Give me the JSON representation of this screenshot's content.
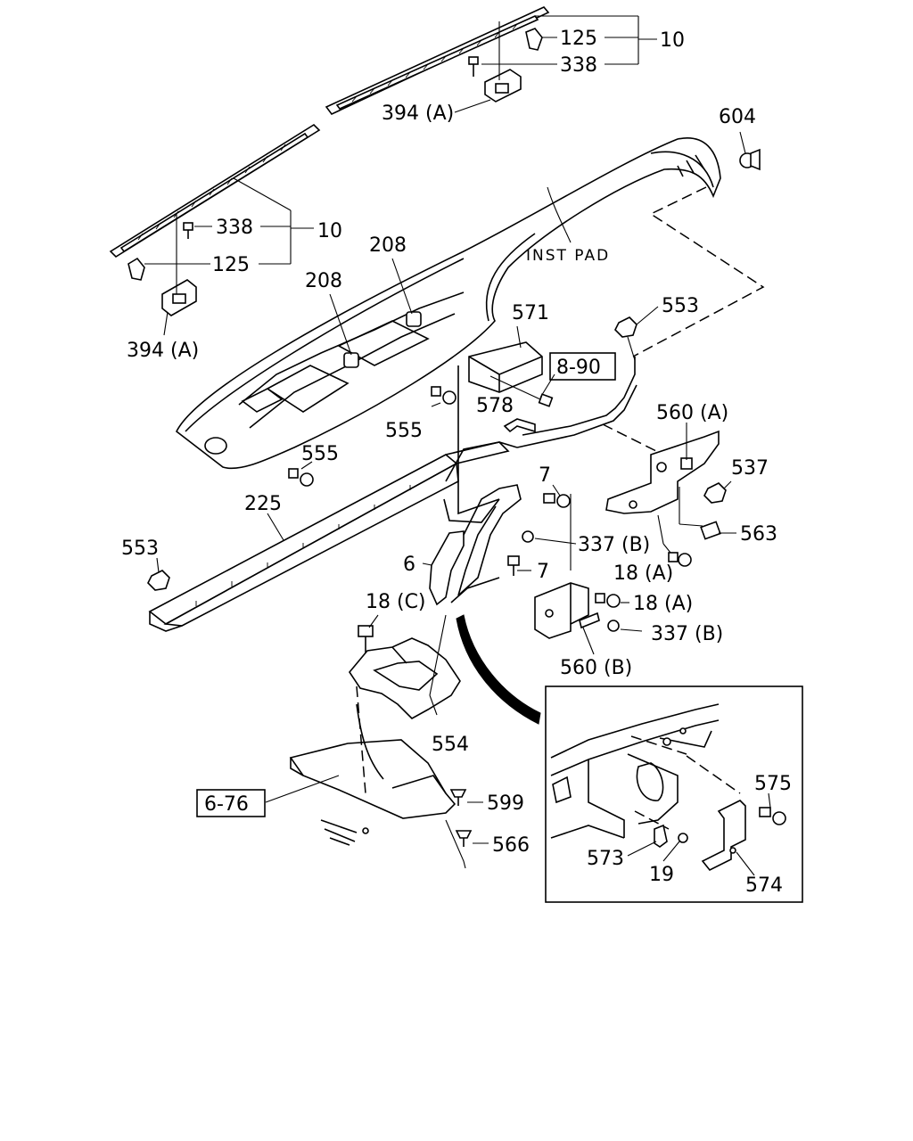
{
  "labels": {
    "l125_top": "125",
    "l338_top": "338",
    "l10_top": "10",
    "l394a_top": "394 (A)",
    "l604": "604",
    "l338_left": "338",
    "l10_left": "10",
    "l125_left": "125",
    "l394a_left": "394 (A)",
    "l208_a": "208",
    "l208_b": "208",
    "inst_pad": "INST PAD",
    "l571": "571",
    "l890": "8-90",
    "l553_top": "553",
    "l578": "578",
    "l560a": "560 (A)",
    "l555_a": "555",
    "l555_b": "555",
    "l537": "537",
    "l7_a": "7",
    "l225": "225",
    "l553_left": "553",
    "l563": "563",
    "l337b_a": "337 (B)",
    "l6": "6",
    "l7_b": "7",
    "l18a_a": "18 (A)",
    "l18c": "18 (C)",
    "l18a_b": "18 (A)",
    "l337b_b": "337 (B)",
    "l560b": "560 (B)",
    "l554": "554",
    "l575": "575",
    "l676": "6-76",
    "l599": "599",
    "l566": "566",
    "l573": "573",
    "l19": "19",
    "l574": "574"
  },
  "colors": {
    "line": "#000000",
    "background": "#ffffff"
  }
}
